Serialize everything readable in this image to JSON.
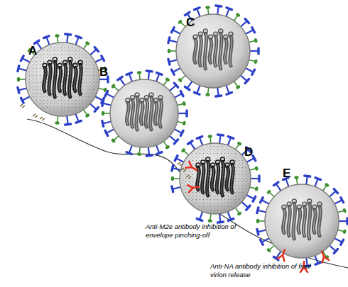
{
  "diagram": {
    "labels": [
      "A",
      "B",
      "C",
      "D",
      "E",
      "Anti-M2e antibody inhibition of envelope pinching-off",
      "Anti-NA antibody inhibition of final virion release"
    ]
  }
}
